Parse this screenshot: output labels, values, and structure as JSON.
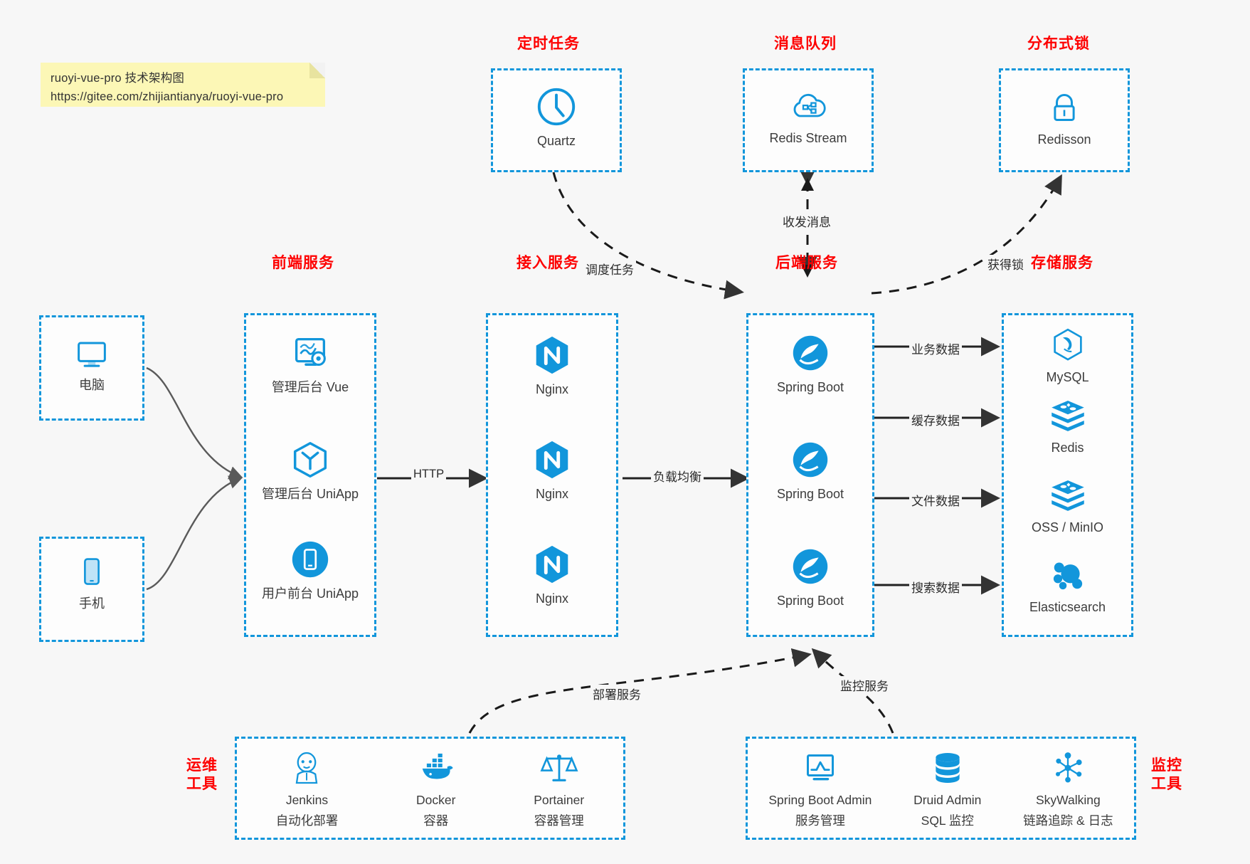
{
  "note": {
    "line1": "ruoyi-vue-pro 技术架构图",
    "line2": "https://gitee.com/zhijiantianya/ruoyi-vue-pro"
  },
  "colors": {
    "accent_blue": "#1296db",
    "title_red": "#fe0000",
    "edge_gray": "#555555",
    "background": "#f7f7f7",
    "note_yellow": "#fcf7b6"
  },
  "groups": {
    "scheduler": {
      "title": "定时任务",
      "items": [
        {
          "icon": "clock-icon",
          "label": "Quartz"
        }
      ]
    },
    "mq": {
      "title": "消息队列",
      "items": [
        {
          "icon": "cloud-stream-icon",
          "label": "Redis Stream"
        }
      ]
    },
    "lock": {
      "title": "分布式锁",
      "items": [
        {
          "icon": "lock-icon",
          "label": "Redisson"
        }
      ]
    },
    "clients": {
      "items": [
        {
          "icon": "desktop-icon",
          "label": "电脑"
        },
        {
          "icon": "mobile-icon",
          "label": "手机"
        }
      ]
    },
    "frontend": {
      "title": "前端服务",
      "items": [
        {
          "icon": "dashboard-vue-icon",
          "label": "管理后台 Vue"
        },
        {
          "icon": "uniapp-cube-icon",
          "label": "管理后台 UniApp"
        },
        {
          "icon": "mobile-app-icon",
          "label": "用户前台 UniApp"
        }
      ]
    },
    "gateway": {
      "title": "接入服务",
      "items": [
        {
          "icon": "nginx-icon",
          "label": "Nginx"
        },
        {
          "icon": "nginx-icon",
          "label": "Nginx"
        },
        {
          "icon": "nginx-icon",
          "label": "Nginx"
        }
      ]
    },
    "backend": {
      "title": "后端服务",
      "items": [
        {
          "icon": "spring-boot-icon",
          "label": "Spring Boot"
        },
        {
          "icon": "spring-boot-icon",
          "label": "Spring Boot"
        },
        {
          "icon": "spring-boot-icon",
          "label": "Spring Boot"
        }
      ]
    },
    "storage": {
      "title": "存储服务",
      "items": [
        {
          "icon": "mysql-icon",
          "label": "MySQL"
        },
        {
          "icon": "redis-icon",
          "label": "Redis"
        },
        {
          "icon": "redis-icon",
          "label": "OSS / MinIO"
        },
        {
          "icon": "elasticsearch-icon",
          "label": "Elasticsearch"
        }
      ]
    },
    "devops": {
      "title_line1": "运维",
      "title_line2": "工具",
      "items": [
        {
          "icon": "jenkins-icon",
          "label": "Jenkins",
          "sub": "自动化部署"
        },
        {
          "icon": "docker-icon",
          "label": "Docker",
          "sub": "容器"
        },
        {
          "icon": "portainer-scale-icon",
          "label": "Portainer",
          "sub": "容器管理"
        }
      ]
    },
    "monitor": {
      "title_line1": "监控",
      "title_line2": "工具",
      "items": [
        {
          "icon": "monitor-chart-icon",
          "label": "Spring Boot Admin",
          "sub": "服务管理"
        },
        {
          "icon": "database-icon",
          "label": "Druid Admin",
          "sub": "SQL 监控"
        },
        {
          "icon": "skywalking-icon",
          "label": "SkyWalking",
          "sub": "链路追踪 & 日志"
        }
      ]
    }
  },
  "edges": {
    "http": "HTTP",
    "load_balance": "负载均衡",
    "schedule_task": "调度任务",
    "send_receive_message": "收发消息",
    "acquire_lock": "获得锁",
    "business_data": "业务数据",
    "cache_data": "缓存数据",
    "file_data": "文件数据",
    "search_data": "搜索数据",
    "deploy_service": "部署服务",
    "monitor_service": "监控服务"
  }
}
